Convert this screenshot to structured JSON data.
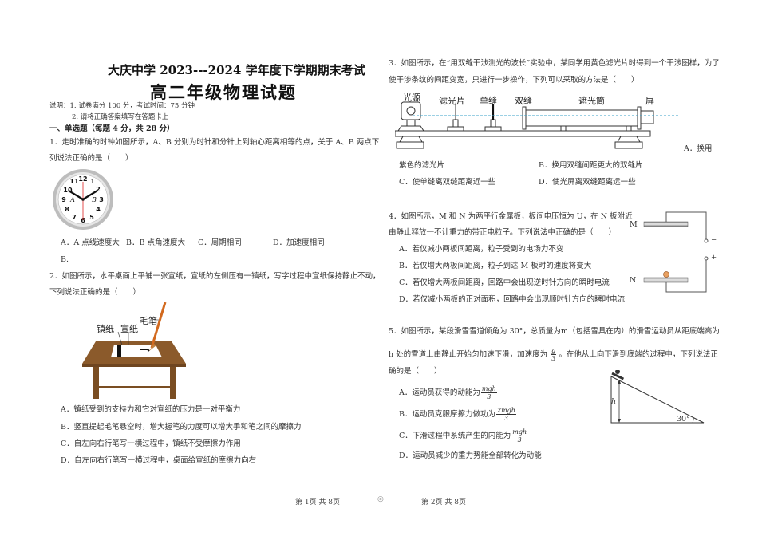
{
  "header": {
    "exam_title": "大庆中学 2023---2024 学年度下学期期末考试",
    "subject_title": "高二年级物理试题",
    "notes": [
      "说明：1. 试卷满分 100 分，考试时间：75 分钟",
      "2. 请将正确答案填写在答题卡上"
    ],
    "section": "一、单选题（每题 4 分，共 28 分）"
  },
  "questions": [
    {
      "number": "1",
      "stem": [
        "1．走时准确的时钟如图所示，A、B 分别为时针和分针上到轴心距离相等的点，关于 A、B 两点下",
        "列说法正确的是（　　）"
      ],
      "figure": {
        "type": "clock",
        "labels": [
          "11",
          "12",
          "1",
          "10",
          "2",
          "9",
          "A",
          "B",
          "3",
          "8",
          "7",
          "6",
          "5",
          "4"
        ]
      },
      "options": [
        "A．A 点线速度大",
        "B．B 点角速度大",
        "C．周期相同",
        "D．加速度相同"
      ],
      "extra": "B."
    },
    {
      "number": "2",
      "stem": [
        "2．如图所示，水平桌面上平铺一张宣纸，宣纸的左侧压有一镇纸，写字过程中宣纸保持静止不动，",
        "下列说法正确的是（　　）"
      ],
      "figure": {
        "type": "table-with-brush",
        "labels": {
          "weight": "镇纸",
          "paper": "宣纸",
          "brush": "毛笔"
        }
      },
      "options": [
        "A．镇纸受到的支持力和它对宣纸的压力是一对平衡力",
        "B．竖直提起毛笔悬空时，增大握笔的力度可以增大手和笔之间的摩擦力",
        "C．自左向右行笔写一横过程中，镇纸不受摩擦力作用",
        "D．自左向右行笔写一横过程中，桌面给宣纸的摩擦力向右"
      ]
    },
    {
      "number": "3",
      "stem": [
        "3．如图所示，在“用双缝干涉测光的波长”实验中，某同学用黄色滤光片时得到一个干涉图样，为了",
        "使干涉条纹的间距变宽，只进行一步操作，下列可以采取的方法是（　　）"
      ],
      "figure": {
        "type": "double-slit-apparatus",
        "labels": [
          "光源",
          "滤光片",
          "单缝",
          "双缝",
          "遮光筒",
          "屏"
        ]
      },
      "option_a_part1": "A．换用",
      "option_a_part2": "紫色的滤光片",
      "options": [
        "B．换用双缝间距更大的双缝片",
        "C．使单缝离双缝距离近一些",
        "D．使光屏离双缝距离远一些"
      ]
    },
    {
      "number": "4",
      "stem": [
        "4．如图所示，M 和 N 为两平行金属板，板间电压恒为 U，在 N 板附近",
        "由静止释放一不计重力的带正电粒子。下列说法中正确的是（　　）"
      ],
      "figure": {
        "type": "parallel-plates",
        "labels": {
          "top": "M",
          "bottom": "N",
          "minus": "−",
          "plus": "+"
        }
      },
      "options": [
        "A．若仅减小两板间距离，粒子受到的电场力不变",
        "B．若仅增大两板间距离，粒子到达 M 板时的速度将变大",
        "C．若仅增大两板间距离，回路中会出现逆时针方向的瞬时电流",
        "D．若仅减小两板的正对面积，回路中会出现顺时针方向的瞬时电流"
      ]
    },
    {
      "number": "5",
      "stem": [
        "5．如图所示，某段滑雪雪道倾角为 30°，总质量为m（包括雪具在内）的滑雪运动员从距底端高为",
        "h 处的雪道上由静止开始匀加速下滑，加速度为",
        "。在他从上向下滑到底端的过程中，下列说法正",
        "确的是（　　）"
      ],
      "accel_fraction": {
        "num": "g",
        "den": "3"
      },
      "figure": {
        "type": "incline",
        "labels": {
          "height": "h",
          "angle": "30°"
        }
      },
      "options": [
        {
          "text": "A．运动员获得的动能为",
          "num": "mgh",
          "den": "3"
        },
        {
          "text": "B．运动员克服摩擦力做功为",
          "num": "2mgh",
          "den": "3"
        },
        {
          "text": "C．下滑过程中系统产生的内能为",
          "num": "mgh",
          "den": "3"
        },
        {
          "text": "D．运动员减少的重力势能全部转化为动能"
        }
      ]
    }
  ],
  "footer": {
    "left_page": "第 1页  共 8页",
    "center_mark": "◎",
    "right_page": "第 2页  共 8页"
  }
}
